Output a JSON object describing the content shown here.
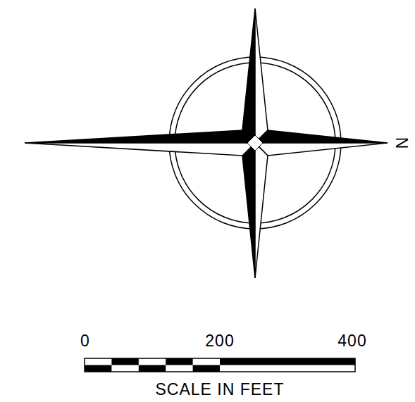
{
  "diagram": {
    "labels": [
      "N",
      "0",
      "200",
      "400",
      "SCALE IN FEET"
    ]
  }
}
